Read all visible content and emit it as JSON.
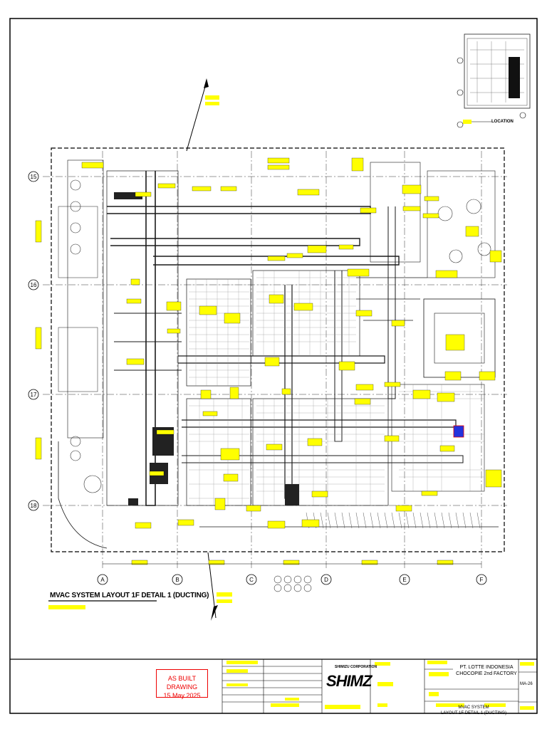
{
  "drawing": {
    "title": "MVAC SYSTEM LAYOUT 1F DETAIL 1 (DUCTING)",
    "grid_rows": [
      "15",
      "16",
      "17",
      "18"
    ],
    "grid_cols": [
      "A",
      "B",
      "C",
      "D",
      "E",
      "F"
    ],
    "location_label": "LOCATION"
  },
  "title_block": {
    "stamp_line1": "AS BUILT DRAWING",
    "stamp_line2": "15 May 2025",
    "company_logo": "SHIMZ",
    "company_name": "SHIMIZU CORPORATION",
    "project_line1": "PT. LOTTE INDONESIA",
    "project_line2": "CHOCOPIE 2nd FACTORY",
    "sheet_line1": "MVAC SYSTEM",
    "sheet_line2": "LAYOUT 1F DETAIL 1 (DUCTING)",
    "drawing_no": "MA-26"
  },
  "colors": {
    "linework": "#1a1a1a",
    "tag_fill": "#ffff00",
    "stamp": "#e00000",
    "equipment_highlight": "#2233dd"
  }
}
